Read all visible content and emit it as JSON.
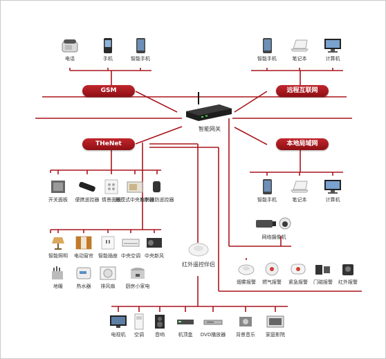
{
  "hubs": {
    "gsm": "GSM",
    "remote_internet": "远程互联网",
    "thenet": "THeNet",
    "local_lan": "本地局域网"
  },
  "gateway": {
    "label": "智能网关"
  },
  "ir_companion": {
    "label": "红外遥控伴侣"
  },
  "top_left_devices": [
    {
      "label": "电话",
      "icon": "desk-phone-icon"
    },
    {
      "label": "手机",
      "icon": "mobile-phone-icon"
    },
    {
      "label": "智能手机",
      "icon": "smartphone-icon"
    }
  ],
  "top_right_devices": [
    {
      "label": "智能手机",
      "icon": "smartphone-icon"
    },
    {
      "label": "笔记本",
      "icon": "laptop-icon"
    },
    {
      "label": "计算机",
      "icon": "desktop-computer-icon"
    }
  ],
  "lan_devices": [
    {
      "label": "智能手机",
      "icon": "smartphone-icon"
    },
    {
      "label": "笔记本",
      "icon": "laptop-icon"
    },
    {
      "label": "计算机",
      "icon": "desktop-computer-icon"
    }
  ],
  "camera": {
    "label": "网络摄像机",
    "icon": "network-camera-icon"
  },
  "controllers": [
    {
      "label": "开关面板",
      "icon": "switch-panel-icon"
    },
    {
      "label": "便携遥控器",
      "icon": "remote-control-icon"
    },
    {
      "label": "情景面板",
      "icon": "scene-panel-icon"
    },
    {
      "label": "触摸式中央控制器",
      "icon": "touch-controller-icon"
    },
    {
      "label": "布防撤防遥控器",
      "icon": "arming-remote-icon"
    }
  ],
  "appliances_row1": [
    {
      "label": "智能照明",
      "icon": "lamp-icon"
    },
    {
      "label": "电动窗帘",
      "icon": "curtain-icon"
    },
    {
      "label": "智能插座",
      "icon": "socket-icon"
    },
    {
      "label": "中央空调",
      "icon": "central-ac-icon"
    },
    {
      "label": "中央新风",
      "icon": "fresh-air-icon"
    }
  ],
  "appliances_row2": [
    {
      "label": "地暖",
      "icon": "floor-heating-icon"
    },
    {
      "label": "热水器",
      "icon": "water-heater-icon"
    },
    {
      "label": "排风扇",
      "icon": "exhaust-fan-icon"
    },
    {
      "label": "厨房小家电",
      "icon": "rice-cooker-icon"
    }
  ],
  "alarms": [
    {
      "label": "烟雾报警",
      "icon": "smoke-detector-icon"
    },
    {
      "label": "燃气报警",
      "icon": "gas-detector-icon"
    },
    {
      "label": "紧急报警",
      "icon": "panic-button-icon"
    },
    {
      "label": "门磁报警",
      "icon": "door-sensor-icon"
    },
    {
      "label": "红外报警",
      "icon": "infrared-sensor-icon"
    }
  ],
  "av_devices": [
    {
      "label": "电视机",
      "icon": "tv-icon"
    },
    {
      "label": "空调",
      "icon": "air-conditioner-icon"
    },
    {
      "label": "音响",
      "icon": "speaker-icon"
    },
    {
      "label": "机顶盒",
      "icon": "set-top-box-icon"
    },
    {
      "label": "DVD播放器",
      "icon": "dvd-player-icon"
    },
    {
      "label": "背景音乐",
      "icon": "background-music-icon"
    },
    {
      "label": "家庭影院",
      "icon": "home-theater-icon"
    }
  ],
  "colors": {
    "line": "#a8141b",
    "pill_top": "#c0262d",
    "pill_bottom": "#8e0f14"
  }
}
